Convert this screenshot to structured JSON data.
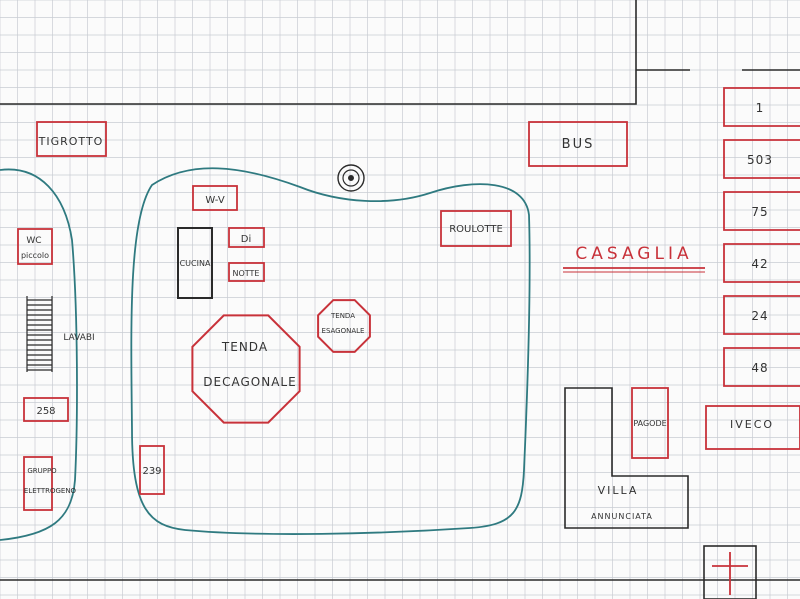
{
  "colors": {
    "paper": "#fbfbfb",
    "grid": "#c9ccd3",
    "ink": "#2a2a2a",
    "red": "#c8323a",
    "teal": "#2f7a80"
  },
  "title": "CASAGLIA",
  "labels": {
    "tigrotto": "TIGROTTO",
    "bus": "BUS",
    "wv": "W-V",
    "di": "Di",
    "notte": "NOTTE",
    "cucina": "CUCINA",
    "roulotte": "ROULOTTE",
    "tenda_esagonale_1": "TENDA",
    "tenda_esagonale_2": "ESAGONALE",
    "tenda_decagonale_1": "TENDA",
    "tenda_decagonale_2": "DECAGONALE",
    "wc_piccolo_1": "WC",
    "wc_piccolo_2": "piccolo",
    "lavabi": "LAVABI",
    "n258": "258",
    "n239": "239",
    "gruppo_elettrogeno_1": "GRUPPO",
    "gruppo_elettrogeno_2": "ELETTROGENO",
    "pagode": "PAGODE",
    "villa": "VILLA",
    "annunciata": "ANNUNCIATA",
    "iveco": "IVECO",
    "parking": [
      "1",
      "503",
      "75",
      "42",
      "24",
      "48"
    ]
  }
}
